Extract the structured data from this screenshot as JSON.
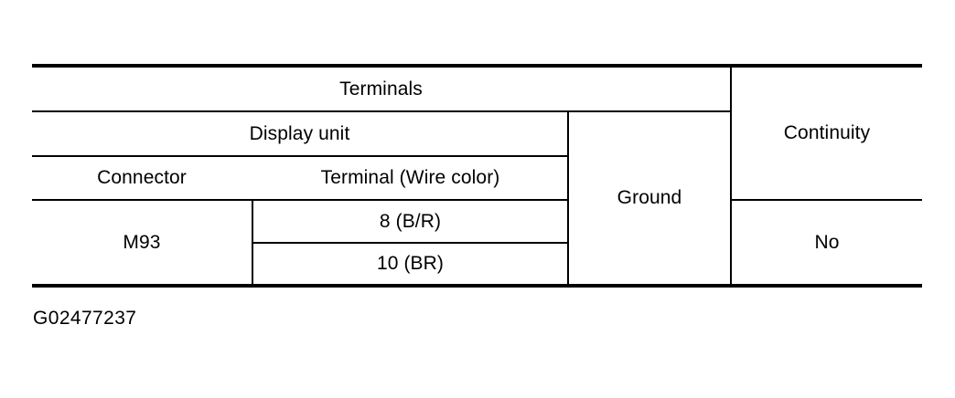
{
  "figure": {
    "caption": "G02477237"
  },
  "table": {
    "headers": {
      "terminals": "Terminals",
      "display_unit": "Display unit",
      "connector": "Connector",
      "terminal_wire_color": "Terminal (Wire color)",
      "ground": "Ground",
      "continuity": "Continuity"
    },
    "rows": [
      {
        "connector": "M93",
        "terminal": "8 (B/R)",
        "ground": "Ground",
        "continuity": "No"
      },
      {
        "connector": "M93",
        "terminal": "10 (BR)",
        "ground": "Ground",
        "continuity": "No"
      }
    ],
    "connector_value": "M93",
    "terminal_values": [
      "8 (B/R)",
      "10 (BR)"
    ],
    "ground_value": "Ground",
    "continuity_value": "No",
    "colors": {
      "line": "#000000",
      "text": "#000000",
      "background": "#ffffff"
    }
  }
}
